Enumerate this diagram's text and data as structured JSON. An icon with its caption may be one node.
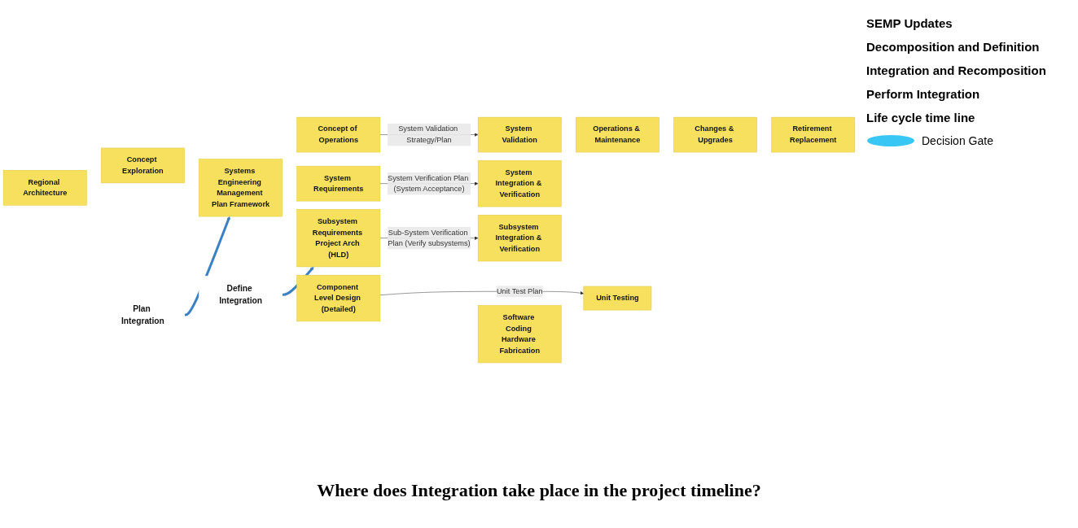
{
  "diagram": {
    "caption": "Where does Integration take place in the project timeline?",
    "nodes": [
      {
        "text": [
          "Regional Architecture"
        ]
      },
      {
        "text": [
          "Concept Exploration"
        ]
      },
      {
        "text": [
          "Systems Engineering Management Plan Framework"
        ]
      },
      {
        "text": [
          "Concept of Operations"
        ]
      },
      {
        "text": [
          "System Requirements"
        ]
      },
      {
        "text": [
          "Subsystem Requirements Project Arch (HLD)"
        ]
      },
      {
        "text": [
          "Component Level Design (Detailed)"
        ]
      },
      {
        "text": [
          "Software Coding Hardware Fabrication"
        ]
      },
      {
        "text": [
          "Unit Testing"
        ]
      },
      {
        "text": [
          "Subsystem Integration & Verification"
        ]
      },
      {
        "text": [
          "System Integration & Verification"
        ]
      },
      {
        "text": [
          "System Validation"
        ]
      },
      {
        "text": [
          "Operations & Maintenance"
        ]
      },
      {
        "text": [
          "Changes & Upgrades"
        ]
      },
      {
        "text": [
          "Retirement Replacement"
        ]
      },
      {
        "text": [
          "Plan Integration"
        ]
      },
      {
        "text": [
          "Define Integration"
        ]
      }
    ],
    "edges": [
      {
        "from": 3,
        "to": 11,
        "arrow": "to",
        "label": "System Validation Strategy/Plan"
      },
      {
        "from": 4,
        "to": 10,
        "arrow": "to",
        "label": "System Verification Plan (System Acceptance)"
      },
      {
        "from": 5,
        "to": 9,
        "arrow": "to",
        "label": "Sub-System Verification Plan (Verify subsystems)"
      },
      {
        "from": 6,
        "to": 8,
        "arrow": "to",
        "label": "Unit Test Plan"
      },
      {
        "from": 15,
        "to": 2,
        "arrow": "to",
        "style": "thick",
        "color": "#3b82c4"
      },
      {
        "from": 16,
        "to": 5,
        "arrow": "to",
        "style": "thick",
        "color": "#3b82c4"
      }
    ],
    "labels": [
      "SEMP Updates",
      "Decomposition and Definition",
      "Integration and Recomposition",
      "Perform Integration",
      "Life cycle time line"
    ],
    "legend": [
      {
        "text": "Decision Gate"
      }
    ]
  }
}
